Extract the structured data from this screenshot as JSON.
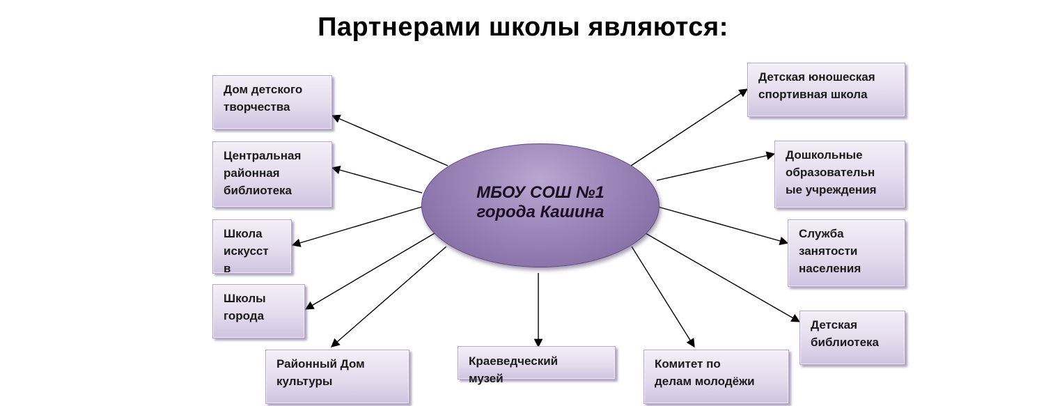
{
  "title": "Партнерами школы являются:",
  "center": "МБОУ СОШ №1\nгорода Кашина",
  "partners": {
    "dom_tvorchestva": "Дом детского\nтворчества",
    "biblioteka_central": "Центральная\nрайонная\nбиблиотека",
    "shkola_iskusstv": "Школа\nискусст\nв",
    "shkoly_goroda": "Школы\nгорода",
    "dom_kultury": "Районный Дом\nкультуры",
    "muzey": "Краеведческий\nмузей",
    "komitet": "Комитет по\nделам молодёжи",
    "biblioteka_detskaya": "Детская\nбиблиотека",
    "sluzhba": "Служба\nзанятости\nнаселения",
    "doshkolnye": "Дошкольные\nобразовательн\nые учреждения",
    "sportshkola": "Детская юношеская\nспортивная школа"
  }
}
